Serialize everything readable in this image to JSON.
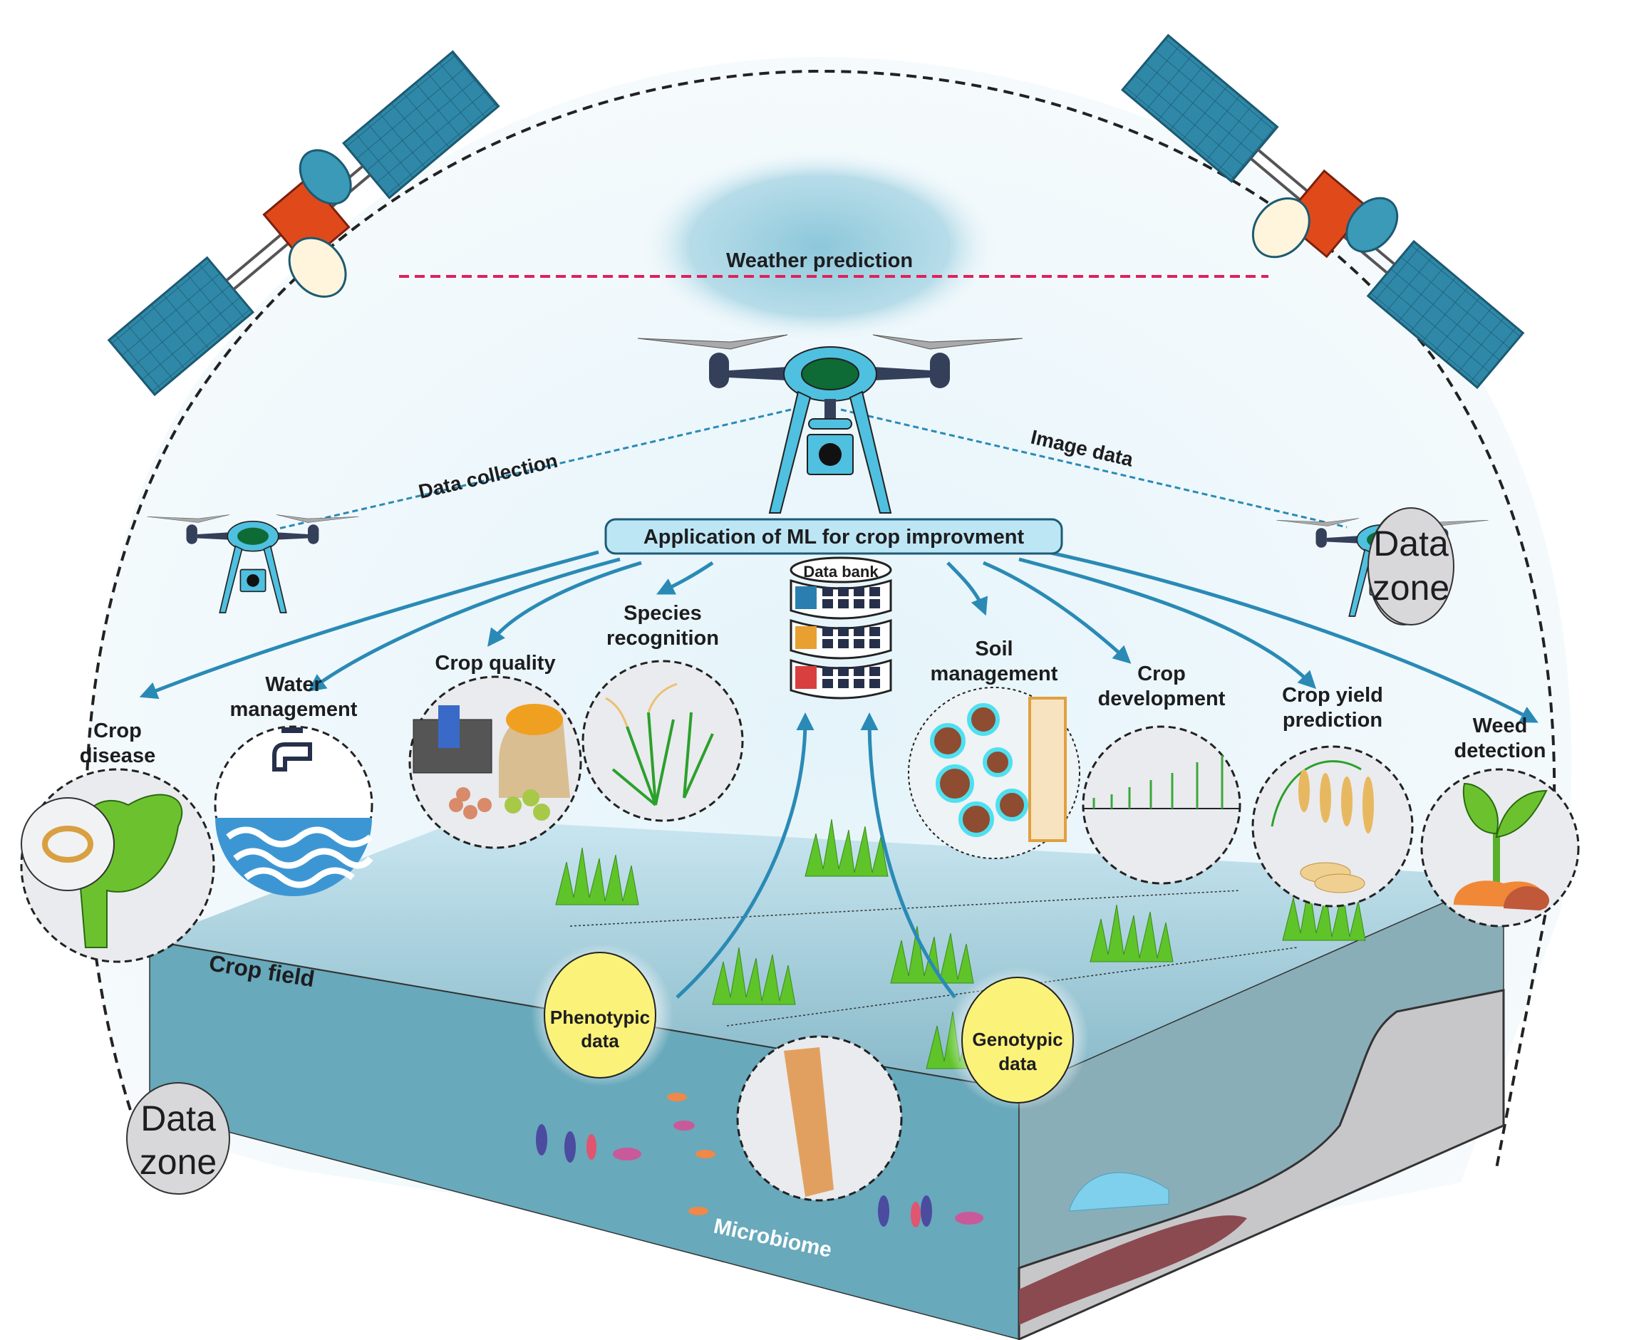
{
  "title": "Application of ML for crop improvment",
  "data_bank": {
    "label": "Data bank",
    "layer_colors": [
      "#2a7fb0",
      "#e8a030",
      "#d84040"
    ],
    "cell_color": "#26304a"
  },
  "links": {
    "weather": "Weather prediction",
    "data_collection": "Data collection",
    "image_data": "Image data"
  },
  "data_zones": [
    {
      "line1": "Data",
      "line2": "zone",
      "position": "right"
    },
    {
      "line1": "Data",
      "line2": "zone",
      "position": "bottom-left"
    }
  ],
  "applications": [
    {
      "id": "crop-disease",
      "lines": [
        "Crop",
        "disease"
      ]
    },
    {
      "id": "water-management",
      "lines": [
        "Water",
        "management"
      ]
    },
    {
      "id": "crop-quality",
      "lines": [
        "Crop quality"
      ]
    },
    {
      "id": "species-recognition",
      "lines": [
        "Species",
        "recognition"
      ]
    },
    {
      "id": "soil-management",
      "lines": [
        "Soil",
        "management"
      ]
    },
    {
      "id": "crop-development",
      "lines": [
        "Crop",
        "development"
      ]
    },
    {
      "id": "crop-yield-prediction",
      "lines": [
        "Crop yield",
        "prediction"
      ]
    },
    {
      "id": "weed-detection",
      "lines": [
        "Weed",
        "detection"
      ]
    }
  ],
  "field": {
    "label": "Crop field",
    "microbiome": "Microbiome"
  },
  "data_sources": [
    {
      "line1": "Phenotypic",
      "line2": "data"
    },
    {
      "line1": "Genotypic",
      "line2": "data"
    }
  ],
  "colors": {
    "arrow": "#2a8ab5",
    "weather_line": "#e0205a",
    "link_line": "#2a8ab5",
    "panel": "#2d7fa3",
    "drone_body": "#4fc0e0",
    "drone_center": "#0e6b35",
    "field_front": "#68a9bb",
    "field_top": "#8fbdcc",
    "data_source_fill": "#fbf27a",
    "zone_fill": "#d8d8da"
  }
}
